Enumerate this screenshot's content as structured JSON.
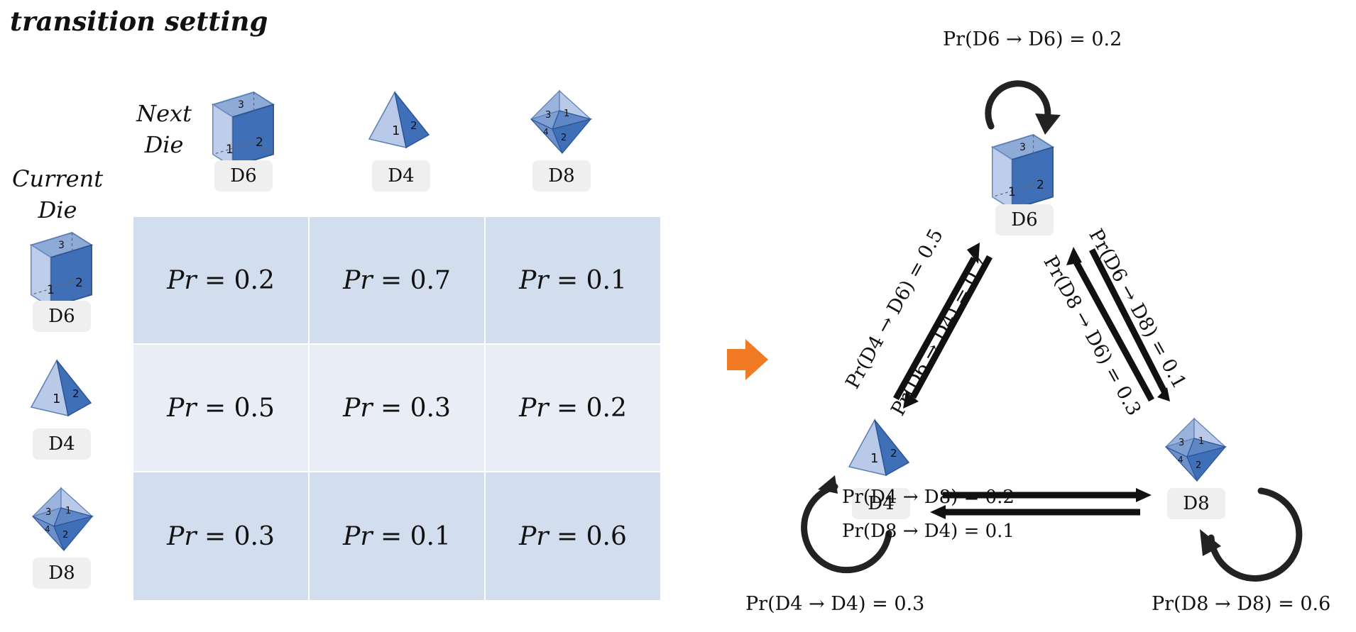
{
  "title": "transition setting",
  "axis_labels": {
    "next_line1": "Next",
    "next_line2": "Die",
    "current_line1": "Current",
    "current_line2": "Die"
  },
  "dice": {
    "d6": "D6",
    "d4": "D4",
    "d8": "D8"
  },
  "die_faces": {
    "d6": [
      "1",
      "2",
      "3"
    ],
    "d4": [
      "1",
      "2"
    ],
    "d8": [
      "1",
      "2",
      "3",
      "4"
    ]
  },
  "matrix": {
    "prefix": "Pr",
    "rows": [
      [
        "0.2",
        "0.7",
        "0.1"
      ],
      [
        "0.5",
        "0.3",
        "0.2"
      ],
      [
        "0.3",
        "0.1",
        "0.6"
      ]
    ]
  },
  "graph_labels": {
    "d6_d6": "Pr(D6 → D6) = 0.2",
    "d4_d6": "Pr(D4 → D6) = 0.5",
    "d6_d4": "Pr(D6 → D4) = 0.7",
    "d8_d6": "Pr(D8 → D6) = 0.3",
    "d6_d8": "Pr(D6 → D8) = 0.1",
    "d4_d8": "Pr(D4 → D8) = 0.2",
    "d8_d4": "Pr(D8 → D4) = 0.1",
    "d4_d4": "Pr(D4 → D4) = 0.3",
    "d8_d8": "Pr(D8 → D8) = 0.6"
  },
  "colors": {
    "die_dark": "#3f6fb6",
    "die_mid": "#7e9fd0",
    "die_light": "#b9c9e8",
    "cell_dark": "#d2ddee",
    "cell_light": "#e8edf6",
    "arrow_orange": "#f07b24"
  }
}
